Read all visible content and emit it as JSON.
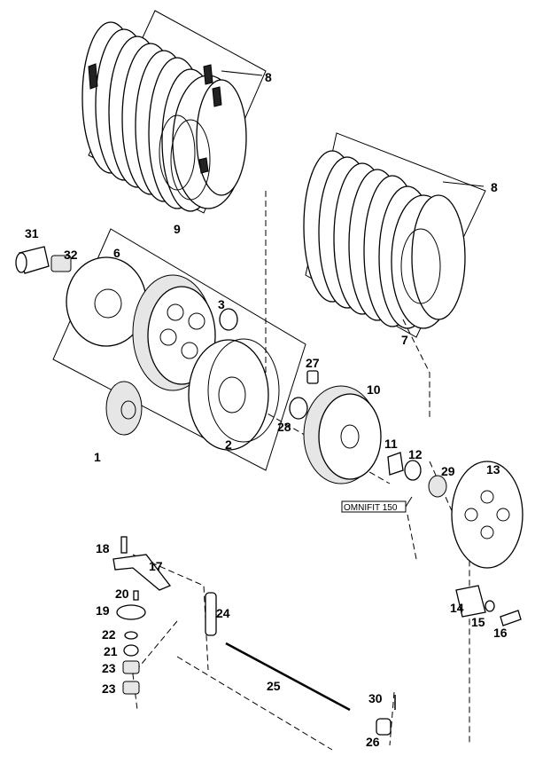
{
  "labels": {
    "l1": "1",
    "l2": "2",
    "l3": "3",
    "l6": "6",
    "l7": "7",
    "l8a": "8",
    "l8b": "8",
    "l9": "9",
    "l10": "10",
    "l11": "11",
    "l12": "12",
    "l13": "13",
    "l14": "14",
    "l15": "15",
    "l16": "16",
    "l17": "17",
    "l18": "18",
    "l19": "19",
    "l20": "20",
    "l21": "21",
    "l22": "22",
    "l23a": "23",
    "l23b": "23",
    "l24": "24",
    "l25": "25",
    "l26": "26",
    "l27": "27",
    "l28": "28",
    "l29": "29",
    "l30": "30",
    "l31": "31",
    "l32": "32"
  },
  "note_omnifit": "OMNIFIT 150"
}
